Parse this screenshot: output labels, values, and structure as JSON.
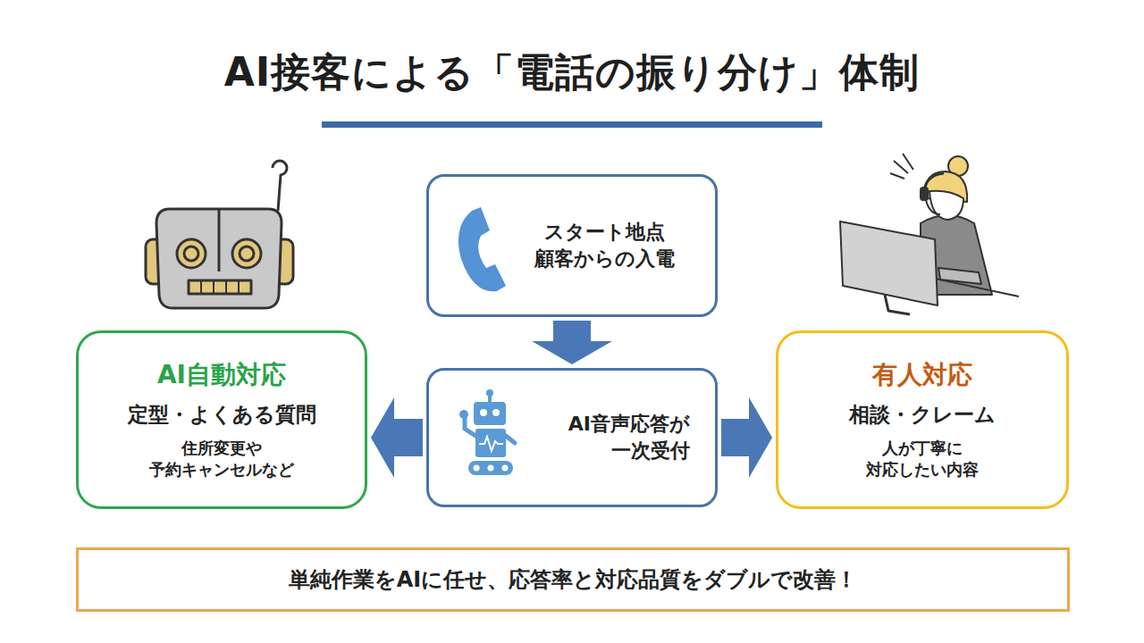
{
  "diagram": {
    "title": "AI接客による「電話の振り分け」体制",
    "nodes": [
      {
        "text": [
          "スタート地点",
          "顧客からの入電"
        ]
      },
      {
        "text": [
          "AI自動対応",
          "定型・よくある質問",
          "住所変更や 予約キャンセルなど"
        ]
      },
      {
        "text": [
          "AI音声応答が 一次受付"
        ]
      },
      {
        "text": [
          "有人対応",
          "相談・クレーム",
          "人が丁寧に 対応したい内容"
        ]
      },
      {
        "text": [
          "単純作業をAIに任せ、応答率と対応品質をダブルで改善！"
        ]
      }
    ],
    "edges": [
      {
        "from": 0,
        "to": 2,
        "arrow": "to"
      },
      {
        "from": 2,
        "to": 1,
        "arrow": "to"
      },
      {
        "from": 2,
        "to": 3,
        "arrow": "to"
      }
    ]
  }
}
